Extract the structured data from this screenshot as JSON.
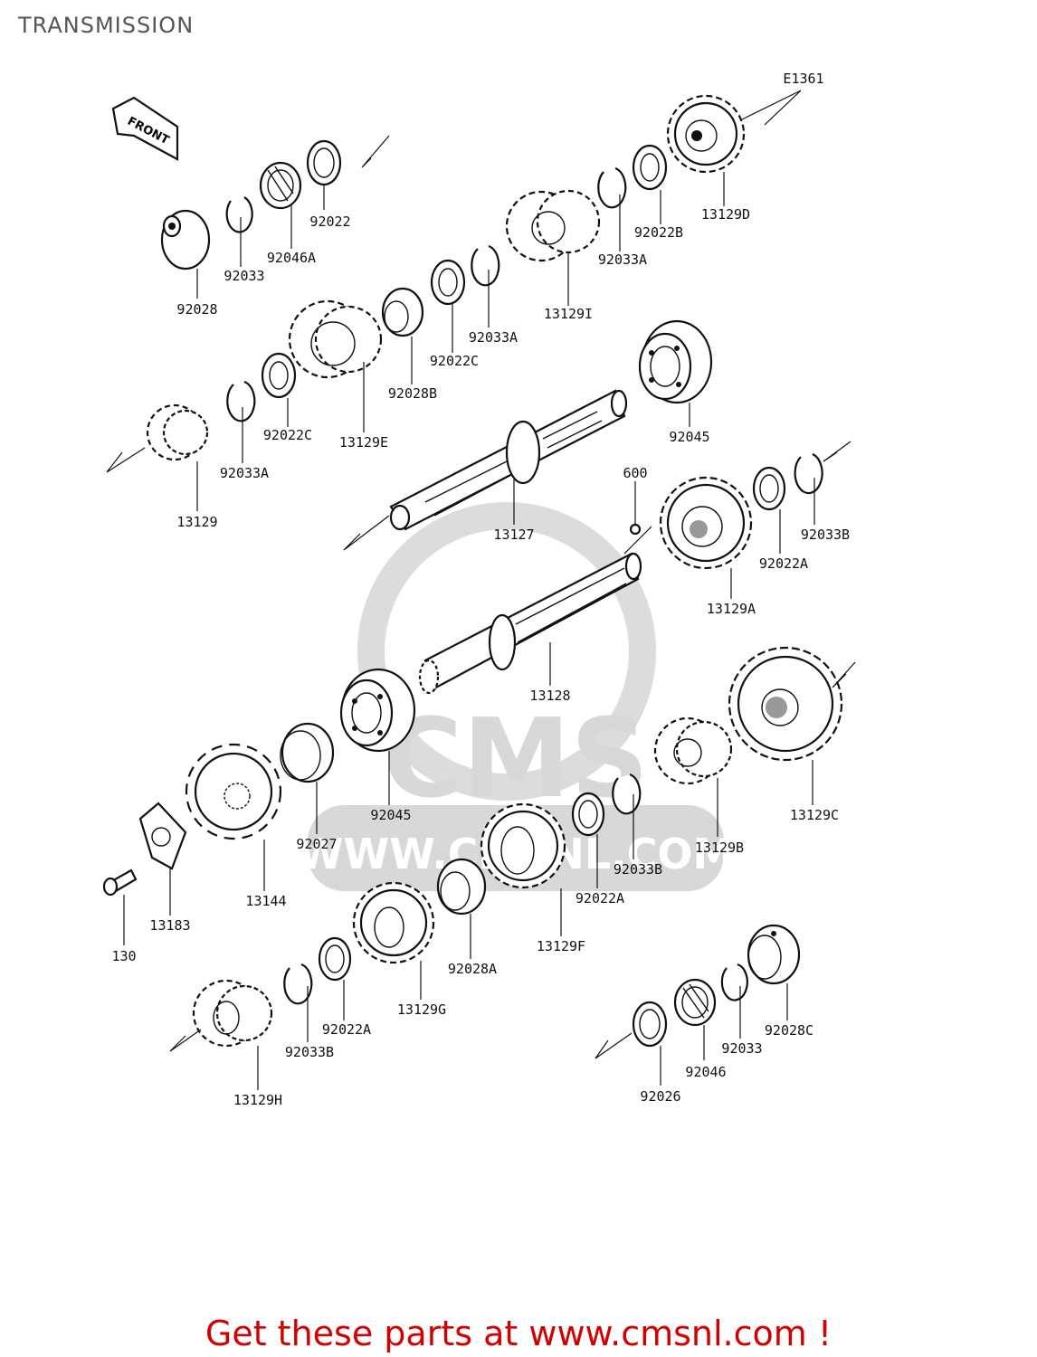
{
  "title": "TRANSMISSION",
  "figure_code": "E1361",
  "front_label": "FRONT",
  "watermark": {
    "brand": "CMS",
    "url": "WWW.CMSNL.COM"
  },
  "footer_link": "Get these parts at www.cmsnl.com !",
  "parts": [
    {
      "label": "92022"
    },
    {
      "label": "92033"
    },
    {
      "label": "92046A"
    },
    {
      "label": "92028"
    },
    {
      "label": "13129D"
    },
    {
      "label": "92022B"
    },
    {
      "label": "92033A"
    },
    {
      "label": "13129I"
    },
    {
      "label": "92033A"
    },
    {
      "label": "92022C"
    },
    {
      "label": "92028B"
    },
    {
      "label": "92022C"
    },
    {
      "label": "13129E"
    },
    {
      "label": "92033A"
    },
    {
      "label": "13129"
    },
    {
      "label": "92045"
    },
    {
      "label": "13127"
    },
    {
      "label": "600"
    },
    {
      "label": "92033B"
    },
    {
      "label": "92022A"
    },
    {
      "label": "13129A"
    },
    {
      "label": "13128"
    },
    {
      "label": "13129C"
    },
    {
      "label": "13129B"
    },
    {
      "label": "92033B"
    },
    {
      "label": "92022A"
    },
    {
      "label": "92045"
    },
    {
      "label": "92027"
    },
    {
      "label": "13144"
    },
    {
      "label": "13183"
    },
    {
      "label": "130"
    },
    {
      "label": "13129F"
    },
    {
      "label": "92028A"
    },
    {
      "label": "13129G"
    },
    {
      "label": "92022A"
    },
    {
      "label": "92033B"
    },
    {
      "label": "13129H"
    },
    {
      "label": "92028C"
    },
    {
      "label": "92033"
    },
    {
      "label": "92046"
    },
    {
      "label": "92026"
    }
  ]
}
